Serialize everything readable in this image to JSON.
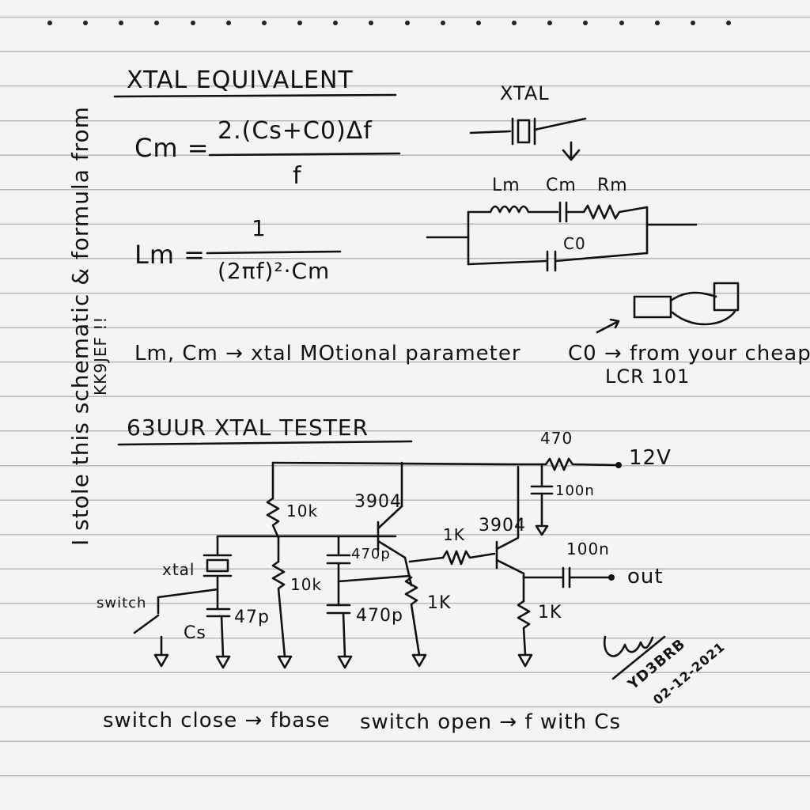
{
  "heading1": "XTAL EQUIVALENT",
  "formula_cm": {
    "lhs": "Cm =",
    "numerator": "2.(Cs+C0)Δf",
    "denominator": "f"
  },
  "formula_lm": {
    "lhs": "Lm =",
    "numerator": "1",
    "denominator": "(2πf)²·Cm"
  },
  "xtal_label": "XTAL",
  "equiv_labels": {
    "lm": "Lm",
    "cm": "Cm",
    "rm": "Rm",
    "c0": "C0"
  },
  "note_motional": "Lm, Cm → xtal MOtional parameter",
  "note_c0_line1": "C0 → from your cheap",
  "note_c0_line2": "LCR 101",
  "side_note": "I stole this schematic & formula from",
  "side_note_source": "KK9JEF !!",
  "heading2": "63UUR XTAL TESTER",
  "components": {
    "r_470": "470",
    "v12": "12V",
    "c_100n_a": "100n",
    "r_10k_a": "10k",
    "r_10k_b": "10k",
    "q1": "3904",
    "q2": "3904",
    "r_1k_a": "1K",
    "r_1k_b": "1K",
    "r_1k_c": "1K",
    "c_470p_a": "470p",
    "c_470p_b": "470p",
    "c_100n_b": "100n",
    "out": "out",
    "xtal": "xtal",
    "switch": "switch",
    "cs": "Cs",
    "c_47p": "47p"
  },
  "note_bottom_1": "switch close → fbase",
  "note_bottom_2": "switch open → f with Cs",
  "signature": {
    "callsign": "YD3BRB",
    "date": "02-12-2021"
  }
}
